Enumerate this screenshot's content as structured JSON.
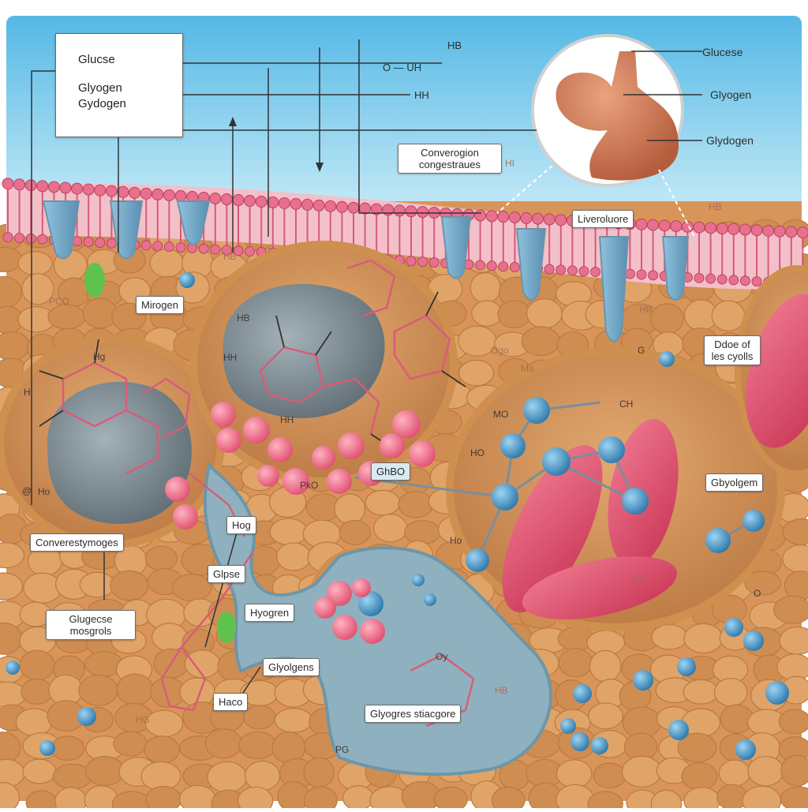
{
  "legend": {
    "line1": "Glucse",
    "line2": "Glyogen",
    "line3": "Gydogen"
  },
  "top_notes": {
    "hb": "HB",
    "o_uh": "O — UH",
    "hh": "HH"
  },
  "stomach_labels": {
    "glucose": "Glucese",
    "glycogen1": "Glyogen",
    "glycogen2": "Glydogen"
  },
  "boxes": {
    "conversion": "Converogion congestraues",
    "liver": "Liveroluore",
    "mirogen": "Mirogen",
    "dose": "Ddoe of les cyolls",
    "glycogen_right": "Gbyolgem",
    "conversion_lower": "Converestymoges",
    "glucose_mosgrols": "Glugecse mosgrols",
    "hog": "Hog",
    "glpse": "Glpse",
    "hyogren": "Hyogren",
    "glyolgens": "Glyolgens",
    "haco": "Haco",
    "storage": "Glyogres stiacgore",
    "ghoo": "GhBO"
  },
  "chem_labels": {
    "hi_top": "HI",
    "hb_mid": "HB",
    "pco": "PCO",
    "hg_left": "Hg",
    "ho_left": "Ho",
    "hb_left": "HB",
    "g_circle": "@",
    "h_left": "H",
    "hh_center": "HH",
    "ch": "CH",
    "mo": "MO",
    "no": "HO",
    "hg_red": "HG",
    "ph_bottom": "PG",
    "oy": "Oy",
    "hc_bottom": "HG",
    "sig_hb": "HB",
    "hb_right": "HB",
    "o_right": "O",
    "mg": "Ma",
    "h_top_right": "HB",
    "g_circle2": "G",
    "ogo": "Ogo",
    "ho_small": "Ho",
    "hh_pink": "HH",
    "pko": "PkO"
  },
  "colors": {
    "sky": "#7fcdec",
    "membrane": "#e26f8c",
    "tissue": "#d9965a",
    "cell": "#c9854b",
    "glycogen_granule": "#7d8a92",
    "pink_ball": "#ee5f7f",
    "blue_ball": "#4a93c5",
    "stomach": "#cf7c5a",
    "muscle": "#e24e6b",
    "green": "#5fc24c"
  }
}
